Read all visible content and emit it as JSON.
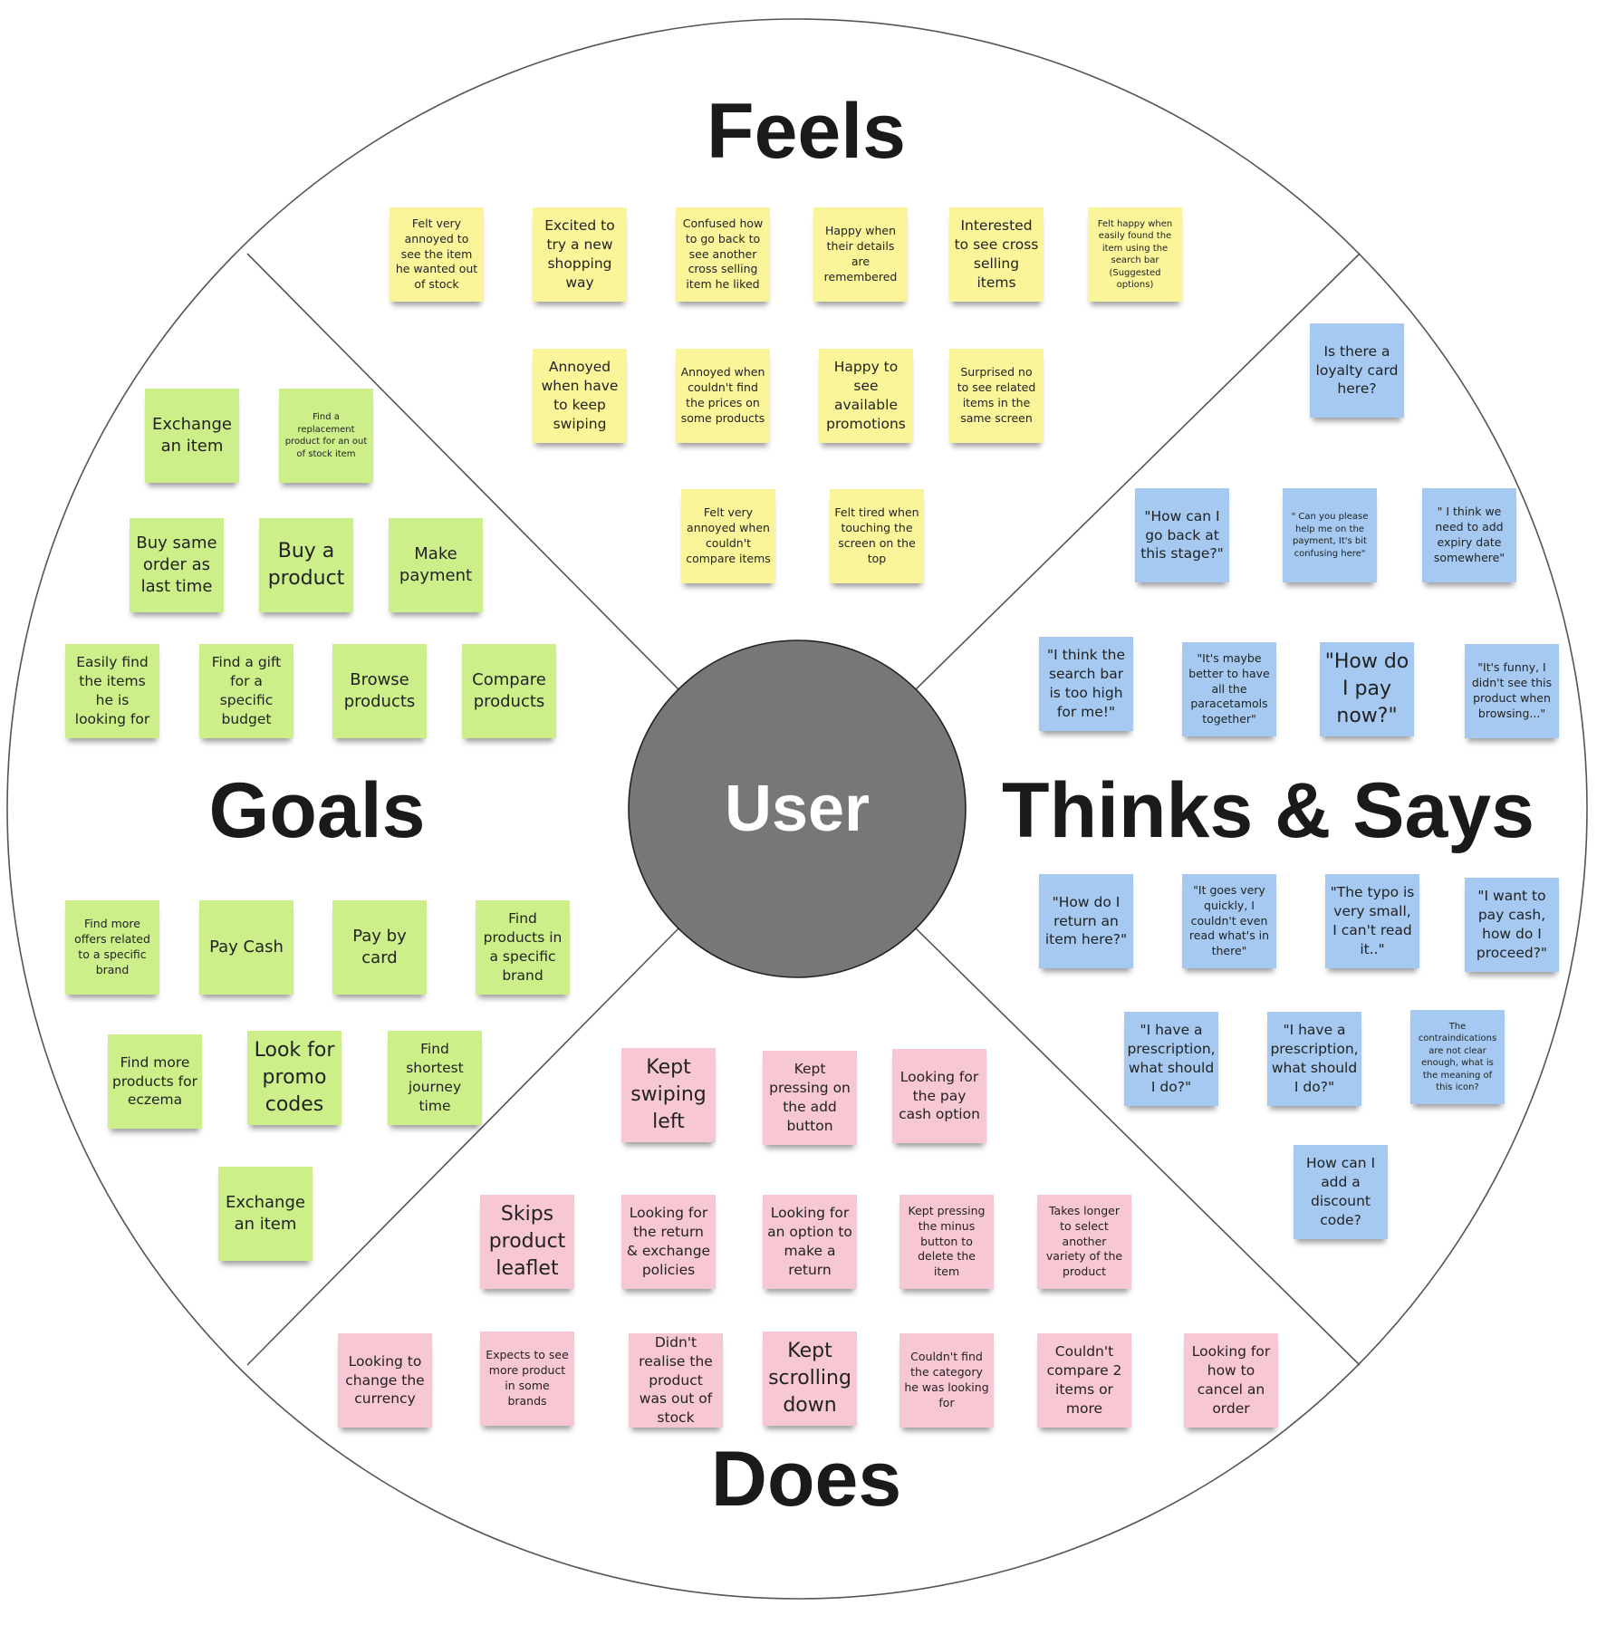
{
  "center": {
    "label": "User"
  },
  "sections": {
    "feels": {
      "title": "Feels"
    },
    "thinks": {
      "title": "Thinks & Says"
    },
    "goals": {
      "title": "Goals"
    },
    "does": {
      "title": "Does"
    }
  },
  "colors": {
    "feels_note": "#fbf59a",
    "thinks_note": "#a5c9f1",
    "goals_note": "#cdef8a",
    "does_note": "#f8c7d4",
    "center_circle": "#777777",
    "divider": "#555555"
  },
  "notes": {
    "feels": [
      "Felt very annoyed to see the item he wanted out of stock",
      "Excited to try a new shopping way",
      "Confused how to go back to see another cross selling item he liked",
      "Happy when their details are remembered",
      "Interested to see cross selling items",
      "Felt happy when easily found the item using the search bar (Suggested options)",
      "Annoyed when have to keep swiping",
      "Annoyed when couldn't find the prices on some products",
      "Happy to see available promotions",
      "Surprised no to see related items in the same screen",
      "Felt very annoyed when couldn't compare items",
      "Felt tired when touching the screen on the top"
    ],
    "thinks": [
      "Is there a loyalty card here?",
      "\"How can I go back at this stage?\"",
      "\" Can you please help me on the payment, It's  bit confusing here\"",
      "\" I think we need to add expiry date somewhere\"",
      "\"I think the search bar is too high for me!\"",
      "\"It's maybe better to have all the paracetamols together\"",
      "\"How do I pay now?\"",
      "\"It's funny, I didn't see this product when browsing...\"",
      "\"How do I return an item here?\"",
      "\"It goes very quickly, I couldn't even read what's in there\"",
      "\"The typo is very small, I can't read it..\"",
      "\"I want to pay cash, how do I proceed?\"",
      "\"I have a prescription, what should I do?\"",
      "\"I have a prescription, what should I do?\"",
      "The contraindications are not clear enough, what is the meaning of this icon?",
      "How can I add a discount code?"
    ],
    "goals": [
      "Exchange an item",
      "Find a replacement product for an out of stock item",
      "Buy same order as last time",
      "Buy a product",
      "Make payment",
      "Easily find the items he is looking for",
      "Find a gift for a specific budget",
      "Browse products",
      "Compare products",
      "Find more offers related to a specific brand",
      "Pay Cash",
      "Pay by card",
      "Find products in a specific brand",
      "Find more products for eczema",
      "Look for promo codes",
      "Find shortest journey time",
      "Exchange an item"
    ],
    "does": [
      "Kept swiping left",
      "Kept pressing on the add button",
      "Looking for the pay cash option",
      "Skips product leaflet",
      "Looking for the return & exchange policies",
      "Looking for an option to make a return",
      "Kept pressing the minus button to delete the item",
      "Takes longer to select another variety of the product",
      "Looking to change the currency",
      "Expects to see more product in some brands",
      "Didn't realise the product was out of stock",
      "Kept scrolling down",
      "Couldn't find the category he was looking for",
      "Couldn't compare 2 items or more",
      "Looking for how to cancel an order"
    ]
  }
}
